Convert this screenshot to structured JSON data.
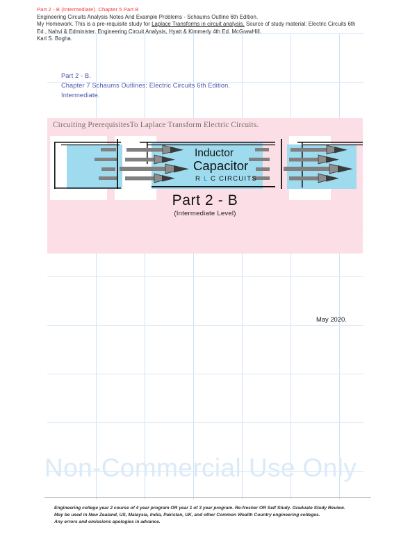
{
  "header": {
    "title_red": "Part 2 - B (Intermediate). Chapter 5 Part B",
    "line1": "Engineering Circuits Analysis Notes And Example Problems - Schaums Outline 6th Edition.",
    "line2_a": "My Homework. This is a pre-requisite study for ",
    "line2_link": "Laplace Transforms in circuit analysis.",
    "line2_b": " Source of study material: Electric Circuits 6th",
    "line3": "Ed., Nahvi & Edminister. Engineering Circuit Analysis, Hyatt & Kimmerly 4th Ed. McGrawHill.",
    "line4": "Karl S. Bogha."
  },
  "part_heading": {
    "line1": "Part 2 - B.",
    "line2": "Chapter 7 Schaums Outlines: Electric Circuits 6th Edition.",
    "line3": "Intermediate."
  },
  "banner": {
    "title": "Circuiting PrerequisitesTo Laplace Transform Electric Circuits.",
    "big_title": "Part 2 - B",
    "big_subtitle": "(Intermediate Level)",
    "bg_color": "#fcdfe6"
  },
  "circuit_graphic": {
    "label_inductor": "Inductor",
    "label_capacitor": "Capacitor",
    "label_rlc_r": "R",
    "label_rlc_l": "L",
    "label_rlc_c": "C",
    "label_rlc_circuits": "CIRCUITS",
    "band_color": "#9fdbee",
    "bar_color": "#808080",
    "accent_color": "#0f5d7a"
  },
  "date": "May 2020.",
  "watermark": "Non-Commercial Use Only",
  "footer": {
    "line1": "Engineering college year 2 course of 4 year program OR year 1 of 3 year program. Re-fresher OR Self Study. Graduate Study Review.",
    "line2": "May be used in New Zealand, US, Malaysia, India, Pakistan, UK, and other Common Wealth Country engineering colleges.",
    "line3": "Any errors and omissions apologies in advance."
  }
}
